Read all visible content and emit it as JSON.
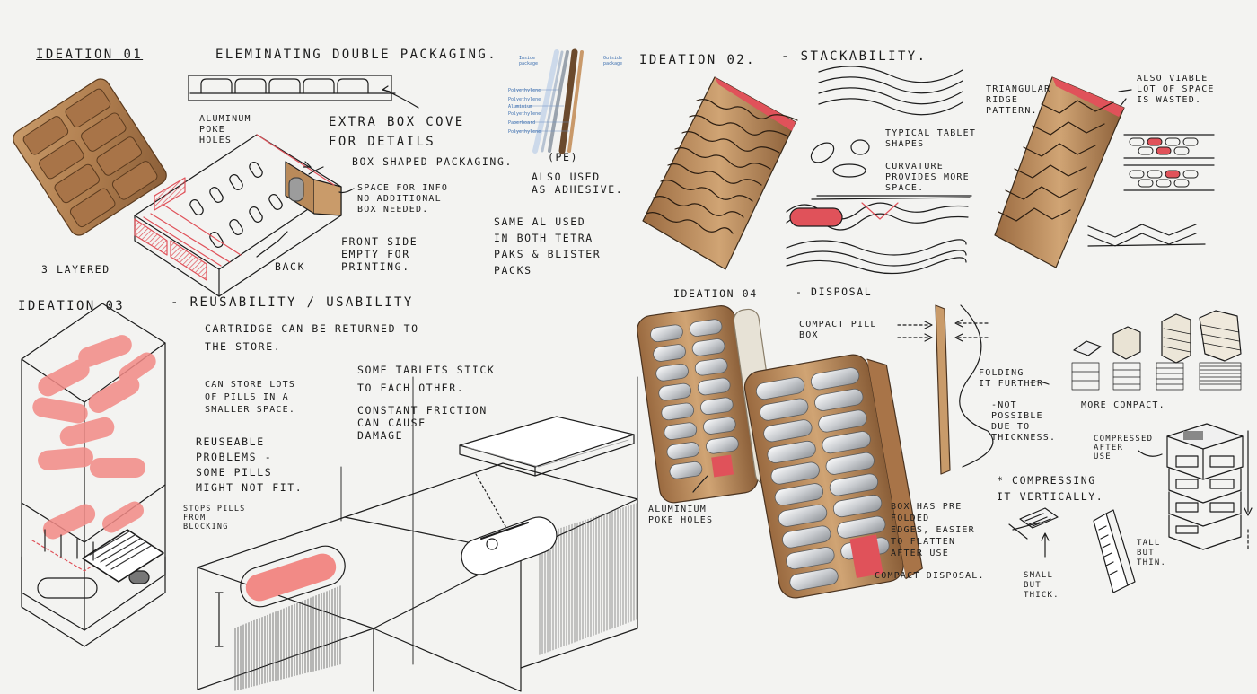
{
  "ideation_01": {
    "heading": "IDEATION 01",
    "subheading": "ELEMINATING DOUBLE PACKAGING.",
    "three_layered": "3 LAYERED",
    "aluminum_poke_holes": "ALUMINUM\nPOKE\nHOLES",
    "extra_box_cove": "EXTRA BOX COVE\nFOR DETAILS",
    "box_shaped_packaging": "BOX SHAPED PACKAGING.",
    "space_for_info": "SPACE FOR INFO\nNO ADDITIONAL\nBOX NEEDED.",
    "front_side": "FRONT SIDE\nEMPTY FOR\nPRINTING.",
    "back": "BACK",
    "pe": "(PE)",
    "also_used": "ALSO USED\nAS ADHESIVE.",
    "same_al": "SAME AL USED\nIN BOTH TETRA\nPAKS & BLISTER\nPACKS",
    "diagram": {
      "inside": "Inside\npackage",
      "outside": "Outside\npackage",
      "layers": [
        "Polyethylene",
        "Polyethylene",
        "Aluminium",
        "Polyethylene",
        "Paperboard",
        "Polyethylene"
      ]
    }
  },
  "ideation_02": {
    "heading": "IDEATION 02.",
    "subheading": "- STACKABILITY.",
    "typical_tablet": "TYPICAL TABLET\nSHAPES",
    "curvature": "CURVATURE\nPROVIDES MORE\nSPACE.",
    "triangular": "TRIANGULAR\nRIDGE\nPATTERN.",
    "also_viable": "ALSO VIABLE\nLOT OF SPACE\nIS WASTED."
  },
  "ideation_03": {
    "heading": "IDEATION 03",
    "subheading": "- REUSABILITY / USABILITY",
    "cartridge": "CARTRIDGE CAN BE RETURNED TO\nTHE STORE.",
    "can_store": "CAN STORE LOTS\nOF PILLS IN A\nSMALLER SPACE.",
    "reuseable": "REUSEABLE\nPROBLEMS -\nSOME PILLS\nMIGHT NOT FIT.",
    "some_tablets": "SOME TABLETS STICK\nTO EACH OTHER.",
    "constant_friction": "CONSTANT FRICTION\nCAN CAUSE\nDAMAGE",
    "stops_pills": "STOPS PILLS\nFROM\nBLOCKING"
  },
  "ideation_04": {
    "heading": "IDEATION 04",
    "subheading": "- DISPOSAL",
    "compact_pill_box": "COMPACT PILL\nBOX",
    "folding": "FOLDING\nIT FURTHER",
    "not_possible": "-NOT\nPOSSIBLE\nDUE TO\nTHICKNESS.",
    "more_compact": "MORE COMPACT.",
    "compressed": "COMPRESSED\nAFTER\nUSE",
    "compressing": "* COMPRESSING\nIT VERTICALLY.",
    "aluminium_poke": "ALUMINIUM\nPOKE HOLES",
    "box_has": "BOX HAS PRE\nFOLDED\nEDGES, EASIER\nTO FLATTEN\nAFTER USE",
    "compact_disposal": "COMPACT DISPOSAL.",
    "small_thick": "SMALL\nBUT\nTHICK.",
    "tall_thin": "TALL\nBUT\nTHIN."
  },
  "colors": {
    "kraft": "#b98a5a",
    "kraft_dark": "#7a5432",
    "accent_red": "#e0525a",
    "pill_red": "#f28a86",
    "paper": "#f3f3f1",
    "ink": "#1c1c1c"
  }
}
